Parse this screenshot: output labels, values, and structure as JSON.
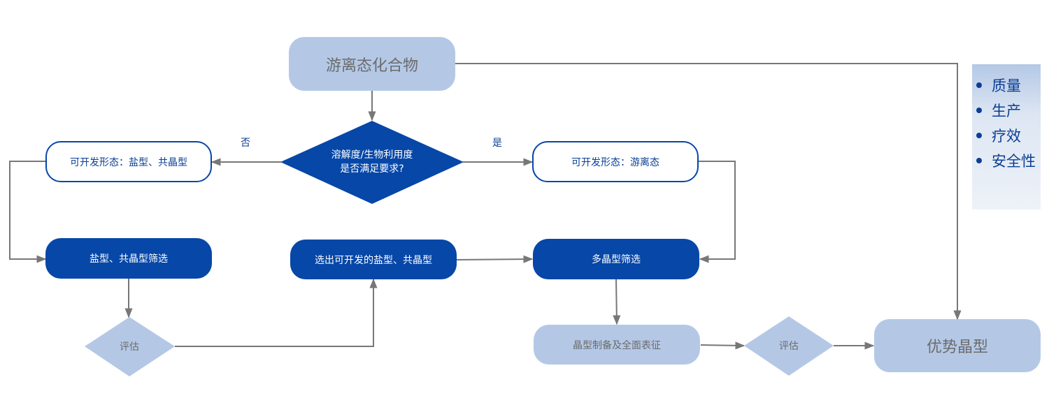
{
  "diagram": {
    "colors": {
      "dark_blue": "#0647a8",
      "light_blue": "#b4c8e6",
      "connector_gray": "#777777",
      "light_text_gray": "#6b6b6b"
    },
    "nodes": {
      "start": "游离态化合物",
      "decision": {
        "line1": "溶解度/生物利用度",
        "line2": "是否满足要求?"
      },
      "no_branch_form": "可开发形态：盐型、共晶型",
      "yes_branch_form": "可开发形态：游离态",
      "salt_cocrystal_screening": "盐型、共晶型筛选",
      "select_developable": "选出可开发的盐型、共晶型",
      "polymorph_screening": "多晶型筛选",
      "evaluate_left": "评估",
      "preparation_characterization": "晶型制备及全面表征",
      "evaluate_right": "评估",
      "final": "优势晶型"
    },
    "edge_labels": {
      "no": "否",
      "yes": "是"
    },
    "side_panel": {
      "items": [
        "质量",
        "生产",
        "疗效",
        "安全性"
      ]
    }
  }
}
